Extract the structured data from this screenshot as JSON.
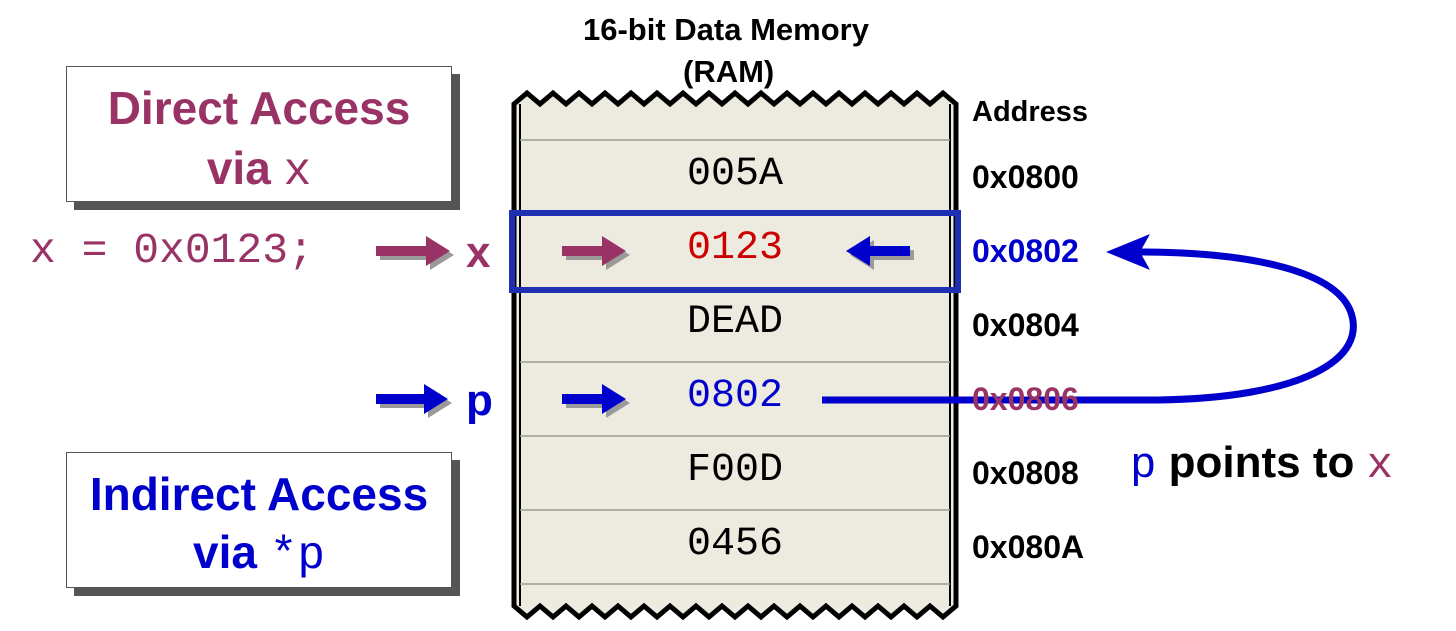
{
  "title": {
    "line1": "16-bit Data Memory",
    "line2": "(RAM)"
  },
  "address_header": "Address",
  "cells": [
    {
      "value": "005A",
      "address": "0x0800",
      "value_color": "#000000",
      "addr_color": "#000000"
    },
    {
      "value": "0123",
      "address": "0x0802",
      "value_color": "#cc0000",
      "addr_color": "#0000cc"
    },
    {
      "value": "DEAD",
      "address": "0x0804",
      "value_color": "#000000",
      "addr_color": "#000000"
    },
    {
      "value": "0802",
      "address": "0x0806",
      "value_color": "#0000cc",
      "addr_color": "#993366"
    },
    {
      "value": "F00D",
      "address": "0x0808",
      "value_color": "#000000",
      "addr_color": "#000000"
    },
    {
      "value": "0456",
      "address": "0x080A",
      "value_color": "#000000",
      "addr_color": "#000000"
    }
  ],
  "direct_box": {
    "word": "Direct Access",
    "via": "via",
    "var": "x"
  },
  "indirect_box": {
    "word": "Indirect Access",
    "via": "via",
    "var": "*p"
  },
  "assignment": "x = 0x0123;",
  "x_label": "x",
  "p_label": "p",
  "caption": {
    "p": "p",
    "text": "points to",
    "x": "x"
  },
  "colors": {
    "purple": "#993366",
    "blue": "#0000cc",
    "red": "#cc0000",
    "ram_fill": "#edeae0"
  }
}
